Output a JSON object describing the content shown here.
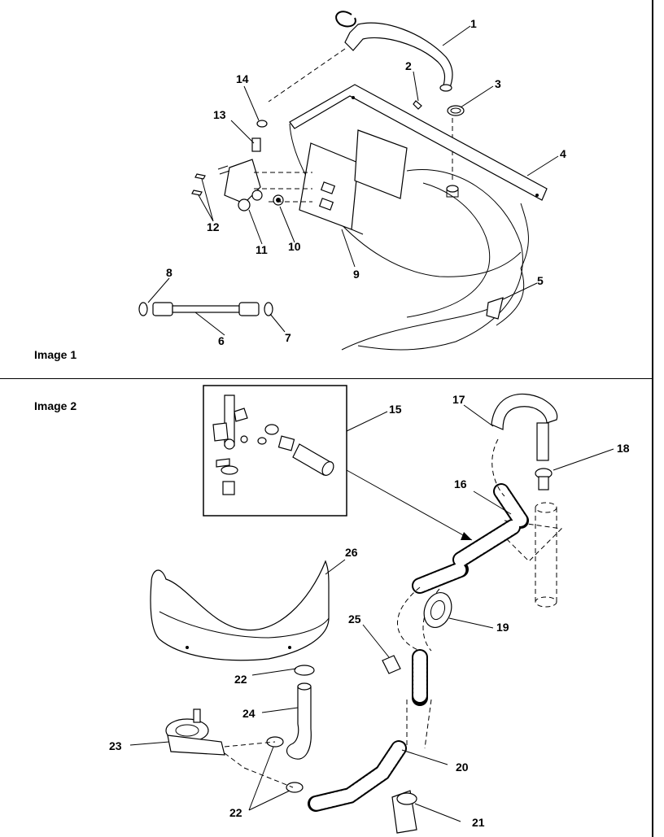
{
  "image1_label": "Image 1",
  "image2_label": "Image 2",
  "callouts": {
    "c1": "1",
    "c2": "2",
    "c3": "3",
    "c4": "4",
    "c5": "5",
    "c6": "6",
    "c7": "7",
    "c8": "8",
    "c9": "9",
    "c10": "10",
    "c11": "11",
    "c12": "12",
    "c13": "13",
    "c14": "14",
    "c15": "15",
    "c16": "16",
    "c17": "17",
    "c18": "18",
    "c19": "19",
    "c20": "20",
    "c21": "21",
    "c22a": "22",
    "c22b": "22",
    "c23": "23",
    "c24": "24",
    "c25": "25",
    "c26": "26"
  }
}
